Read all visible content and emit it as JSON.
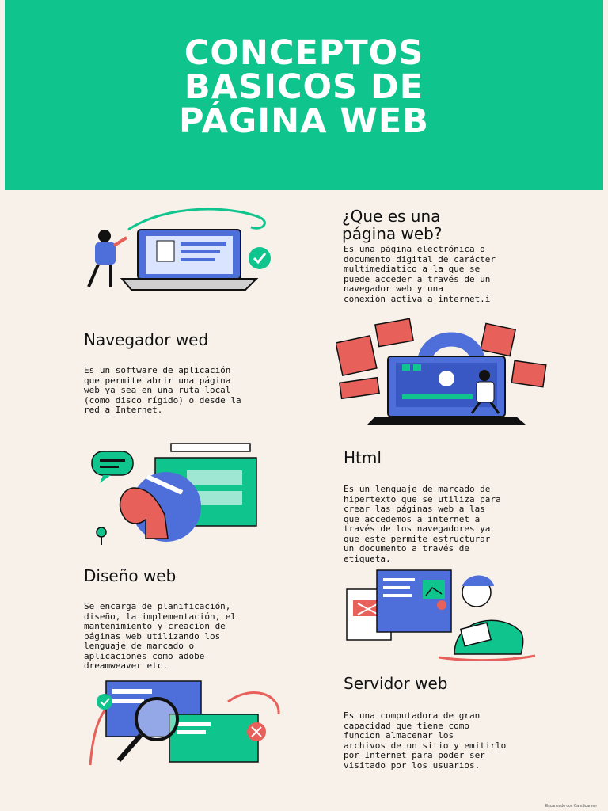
{
  "header": {
    "title_lines": [
      "CONCEPTOS",
      "BASICOS DE",
      "PÁGINA WEB"
    ],
    "bg_color": "#10c48e"
  },
  "sections": [
    {
      "title": "¿Que es una\npágina web?",
      "body": "Es una página electrónica o\ndocumento digital de carácter\nmultimediatico a la que se\npuede acceder a través de un\nnavegador web y una\nconexión activa a internet.i"
    },
    {
      "title": "Navegador wed",
      "body": "Es un software de aplicación\nque permite abrir una página\nweb ya sea en una ruta local\n(como disco rígido) o desde la\nred a Internet."
    },
    {
      "title": "Html",
      "body": "Es un lenguaje de marcado de\nhipertexto que se utiliza para\ncrear las páginas web a las\nque accedemos a internet a\ntravés de los navegadores ya\nque este permite estructurar\nun documento a través de\netiqueta."
    },
    {
      "title": "Diseño web",
      "body": "Se encarga de planificación,\ndiseño, la implementación, el\nmantenimiento y creacion de\npáginas web utilizando los\nlenguaje de marcado o\naplicaciones como adobe\ndreamweaver etc."
    },
    {
      "title": "Servidor web",
      "body": "Es una computadora de gran\ncapacidad que tiene como\nfuncion almacenar los\narchivos de un sitio y emitirlo\npor Internet para poder ser\nvisitado por los usuarios."
    }
  ],
  "footnote": "Escaneado con CamScanner",
  "colors": {
    "green": "#10c48e",
    "blue": "#4e6fd9",
    "red": "#e8605a",
    "paper": "#f7f1ea",
    "ink": "#111111"
  }
}
